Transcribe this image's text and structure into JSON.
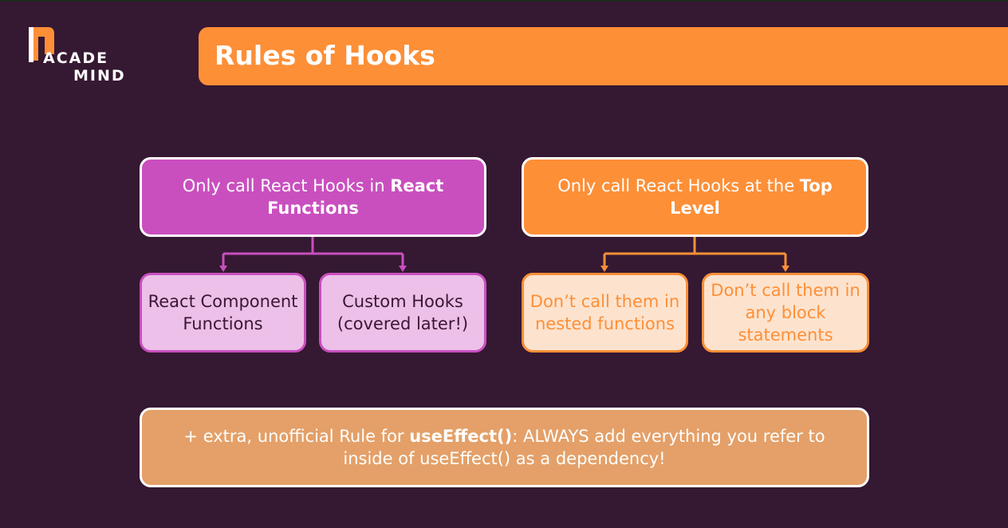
{
  "logo": {
    "line1": "ACADE",
    "line2": "MIND"
  },
  "header": {
    "title": "Rules of Hooks"
  },
  "rule1": {
    "text": "Only call React Hooks in ",
    "bold": "React Functions",
    "children": [
      "React Component Functions",
      "Custom Hooks (covered later!)"
    ]
  },
  "rule2": {
    "text": "Only call React Hooks at the ",
    "bold": "Top Level",
    "children": [
      "Don’t call them in nested functions",
      "Don’t call them in any block statements"
    ]
  },
  "extra": {
    "prefix": "+ extra, unofficial Rule for ",
    "bold": "useEffect()",
    "suffix": ": ALWAYS add everything you refer to inside of useEffect() as a dependency!"
  },
  "colors": {
    "background": "#351832",
    "accent_orange": "#fd8f37",
    "accent_purple": "#c94fbf",
    "extra_box": "#e4a068"
  }
}
